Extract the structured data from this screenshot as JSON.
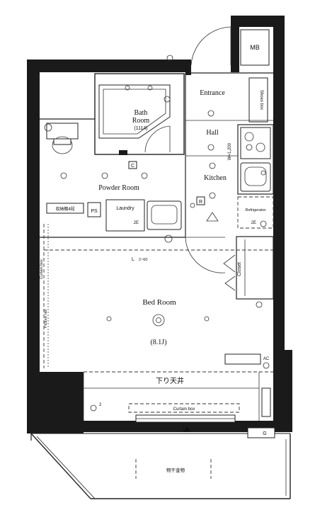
{
  "floorplan": {
    "rooms": {
      "mb": "MB",
      "entrance": "Entrance",
      "shoes_box": "Shoes box",
      "bath_room_line1": "Bath",
      "bath_room_line2": "Room",
      "bath_size": "(1114)",
      "hall": "Hall",
      "kitchen": "Kitchen",
      "powder_room": "Powder Room",
      "laundry": "Laundry",
      "ps": "PS",
      "refrigerator": "Refrigerator",
      "closet": "Closet",
      "bed_room": "Bed Room",
      "bed_area": "(8.1J)",
      "curtain_box_left": "Curtain box",
      "curtain_box_bottom": "Curtain box",
      "lowered_ceiling": "下り天井",
      "balcony_fixture": "物干金物",
      "storage_label": "収納棚4段",
      "picture_rail": "Picture rail"
    },
    "marks": {
      "c": "C",
      "r": "R",
      "ac": "AC",
      "g": "G",
      "two_e_laundry": "2E",
      "two_e_fridge": "2E",
      "two_e_bed": "2",
      "l_mark": "L",
      "l_dim": "2~60",
      "w_dim": "W=1,200"
    }
  }
}
